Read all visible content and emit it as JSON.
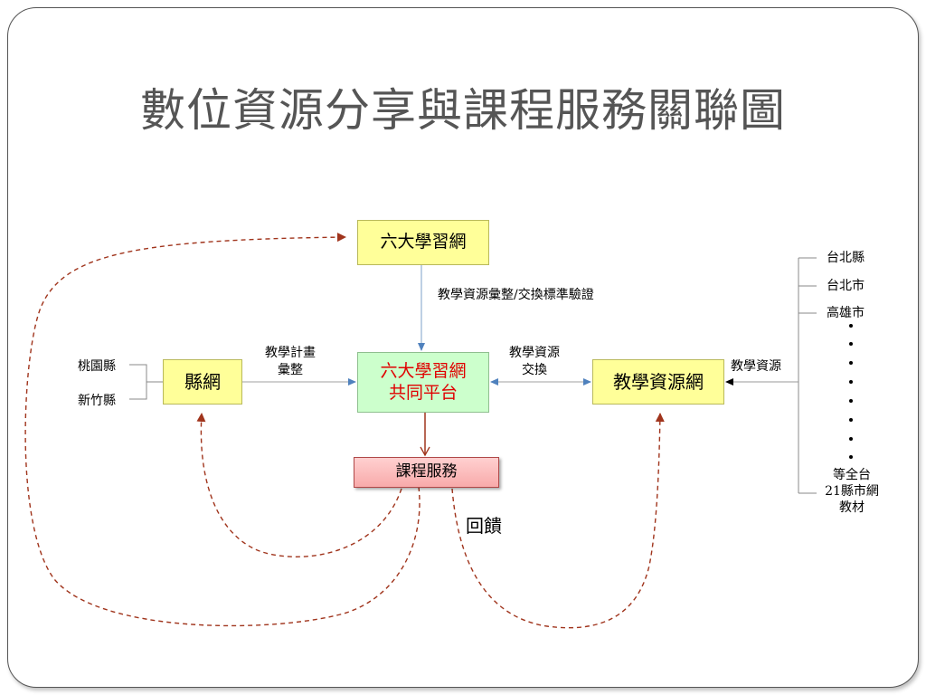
{
  "title": "數位資源分享與課程服務關聯圖",
  "nodes": {
    "six_networks": "六大學習網",
    "county_network": "縣網",
    "platform_line1": "六大學習網",
    "platform_line2": "共同平台",
    "teaching_resource_network": "教學資源網",
    "course_service": "課程服務"
  },
  "labels": {
    "aggregation_standard": "教學資源彙整/交換標準驗證",
    "plan_line1": "教學計畫",
    "plan_line2": "彙整",
    "exchange_line1": "教學資源",
    "exchange_line2": "交換",
    "resource": "教學資源",
    "feedback": "回饋"
  },
  "left_counties": [
    "桃園縣",
    "新竹縣"
  ],
  "right_sources": {
    "top": [
      "台北縣",
      "台北市",
      "高雄市"
    ],
    "bottom": [
      "等全台",
      "21縣市網",
      "教材"
    ]
  },
  "colors": {
    "yellow_box": "#ffff99",
    "green_box": "#ccffcc",
    "red_box": "#f8aaaa",
    "platform_text": "#e00000",
    "blue_arrow": "#4f81bd",
    "feedback_line": "#a0341c"
  }
}
